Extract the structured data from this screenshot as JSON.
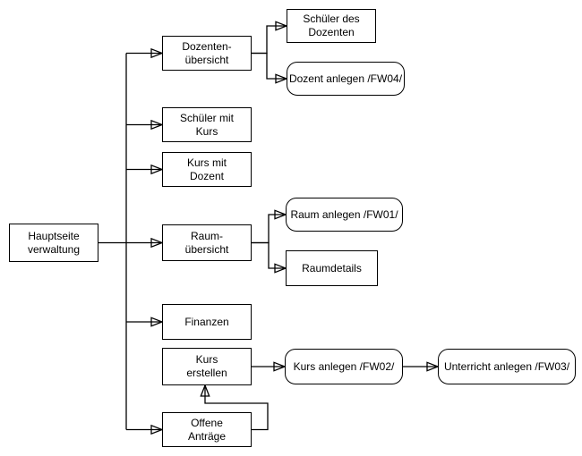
{
  "diagram": {
    "background": "#ffffff",
    "stroke_color": "#000000",
    "text_color": "#000000",
    "node_fill": "#ffffff",
    "nodes": {
      "hauptseite": {
        "label": "Hauptseite\nverwaltung",
        "shape": "rect"
      },
      "dozentenuebersicht": {
        "label": "Dozenten-\nübersicht",
        "shape": "rect"
      },
      "schueler_mit_kurs": {
        "label": "Schüler mit\nKurs",
        "shape": "rect"
      },
      "kurs_mit_dozent": {
        "label": "Kurs mit\nDozent",
        "shape": "rect"
      },
      "raumuebersicht": {
        "label": "Raum-\nübersicht",
        "shape": "rect"
      },
      "finanzen": {
        "label": "Finanzen",
        "shape": "rect"
      },
      "kurs_erstellen": {
        "label": "Kurs\nerstellen",
        "shape": "rect"
      },
      "offene_antraege": {
        "label": "Offene\nAnträge",
        "shape": "rect"
      },
      "schueler_des_dozenten": {
        "label": "Schüler des\nDozenten",
        "shape": "rect"
      },
      "dozent_anlegen": {
        "label": "Dozent anlegen /FW04/",
        "shape": "rounded"
      },
      "raum_anlegen": {
        "label": "Raum anlegen /FW01/",
        "shape": "rounded"
      },
      "raumdetails": {
        "label": "Raumdetails",
        "shape": "rect"
      },
      "kurs_anlegen": {
        "label": "Kurs anlegen /FW02/",
        "shape": "rounded"
      },
      "unterricht_anlegen": {
        "label": "Unterricht anlegen /FW03/",
        "shape": "rounded"
      }
    },
    "edges": [
      {
        "from": "hauptseite",
        "to": "dozentenuebersicht",
        "arrow": "open-triangle"
      },
      {
        "from": "hauptseite",
        "to": "schueler_mit_kurs",
        "arrow": "open-triangle"
      },
      {
        "from": "hauptseite",
        "to": "kurs_mit_dozent",
        "arrow": "open-triangle"
      },
      {
        "from": "hauptseite",
        "to": "raumuebersicht",
        "arrow": "open-triangle"
      },
      {
        "from": "hauptseite",
        "to": "finanzen",
        "arrow": "open-triangle"
      },
      {
        "from": "hauptseite",
        "to": "offene_antraege",
        "arrow": "open-triangle"
      },
      {
        "from": "dozentenuebersicht",
        "to": "schueler_des_dozenten",
        "arrow": "open-triangle"
      },
      {
        "from": "dozentenuebersicht",
        "to": "dozent_anlegen",
        "arrow": "open-triangle"
      },
      {
        "from": "raumuebersicht",
        "to": "raum_anlegen",
        "arrow": "open-triangle"
      },
      {
        "from": "raumuebersicht",
        "to": "raumdetails",
        "arrow": "open-triangle"
      },
      {
        "from": "kurs_erstellen",
        "to": "kurs_anlegen",
        "arrow": "open-triangle"
      },
      {
        "from": "kurs_anlegen",
        "to": "unterricht_anlegen",
        "arrow": "open-triangle"
      },
      {
        "from": "offene_antraege",
        "to": "kurs_erstellen",
        "arrow": "open-triangle"
      }
    ]
  }
}
